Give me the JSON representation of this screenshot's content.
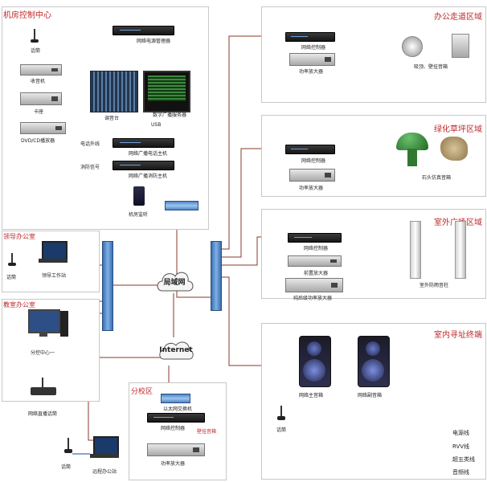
{
  "zones": {
    "control_center": "机房控制中心",
    "office_corridor": "办公走道区域",
    "lawn": "绿化草坪区域",
    "outdoor_square": "室外广场区域",
    "indoor_terminal": "室内寻址终端",
    "leader_office": "领导办公室",
    "teaching_office": "教室办公室",
    "branch_campus": "分校区"
  },
  "clouds": {
    "lan": "局域网",
    "internet": "Internet"
  },
  "labels": {
    "mic": "话筒",
    "radio": "收音机",
    "deck": "卡座",
    "dvd": "DVD/CD播放器",
    "mixer": "调音台",
    "power_manager": "网络电源管理器",
    "digital_server": "数字广播服务器",
    "usb": "USB",
    "phone_host": "网络广播电话主机",
    "phone_out": "电话外线",
    "fire_host": "网络广播消防主机",
    "fire_signal": "消防信号",
    "room_monitor": "机房监听",
    "net_controller_1": "网络控制器",
    "amp_1": "功率放大器",
    "corridor_speakers": "吸顶、壁挂音箱",
    "net_controller_2": "网络控制器",
    "amp_2": "功率放大器",
    "stone_speaker": "石头仿真音箱",
    "net_controller_3": "网络控制器",
    "pre_amp": "前置放大器",
    "pure_amp": "纯后级功率放大器",
    "outdoor_column": "室外防雨音柱",
    "leader_mic": "话筒",
    "leader_pc": "领导工作站",
    "sub_center": "分控中心一",
    "net_paging_mic": "网络直播话筒",
    "indoor_main_spk": "网络主音箱",
    "indoor_sub_spk": "网络副音箱",
    "indoor_mic": "话筒",
    "eth_switch": "以太网交换机",
    "branch_controller": "网络控制器",
    "branch_amp": "功率放大器",
    "branch_spk": "壁挂音箱",
    "remote_office": "远程办公站",
    "remote_mic": "话筒"
  },
  "legend": [
    {
      "label": "电源线",
      "color": "#c0282b"
    },
    {
      "label": "RVV线",
      "color": "#222222"
    },
    {
      "label": "超五类线",
      "color": "#b0506e"
    },
    {
      "label": "音频线",
      "color": "#1e3fbf"
    }
  ]
}
